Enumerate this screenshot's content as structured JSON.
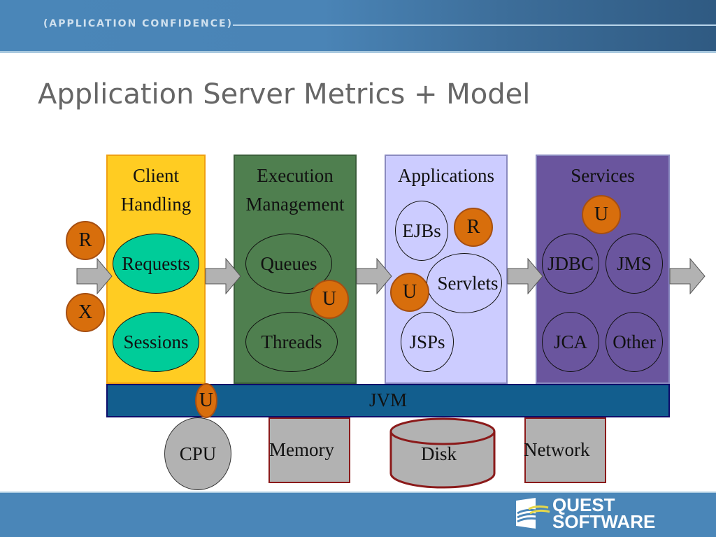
{
  "header": {
    "tagline": "(APPLICATION CONFIDENCE)"
  },
  "title": "Application Server Metrics + Model",
  "columns": [
    {
      "label_line1": "Client",
      "label_line2": "Handling",
      "color": "#ffcc22",
      "items": [
        "Requests",
        "Sessions"
      ]
    },
    {
      "label_line1": "Execution",
      "label_line2": "Management",
      "color": "#4f7f4f",
      "items": [
        "Queues",
        "Threads"
      ]
    },
    {
      "label_line1": "Applications",
      "color": "#ccccff",
      "items": [
        "EJBs",
        "Servlets",
        "JSPs"
      ]
    },
    {
      "label_line1": "Services",
      "color": "#6a559e",
      "items": [
        "JDBC",
        "JMS",
        "JCA",
        "Other"
      ]
    }
  ],
  "badges": {
    "client_r": "R",
    "client_x": "X",
    "exec_u": "U",
    "apps_r": "R",
    "apps_u": "U",
    "services_u": "U",
    "jvm_u": "U"
  },
  "jvm": {
    "label": "JVM"
  },
  "resources": [
    "CPU",
    "Memory",
    "Disk",
    "Network"
  ],
  "footer": {
    "logo_line1": "QUEST",
    "logo_line2": "SOFTWARE"
  },
  "colors": {
    "badge": "#d86e0c",
    "jvm": "#125e8e",
    "resource": "#b2b2b2",
    "ellipse_teal": "#00cc99"
  }
}
